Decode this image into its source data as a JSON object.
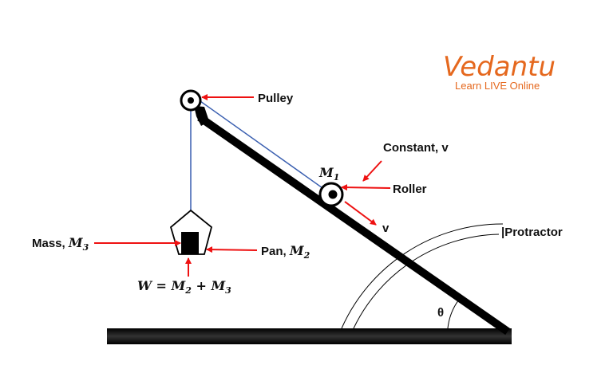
{
  "logo": {
    "brand": "Vedantu",
    "tagline": "Learn LIVE Online",
    "color": "#e5681e"
  },
  "labels": {
    "pulley": "Pulley",
    "constant_v": "Constant, v",
    "roller": "Roller",
    "velocity": "v",
    "protractor": "|Protractor",
    "mass_prefix": "Mass, ",
    "mass_symbol": "M",
    "mass_sub": "3",
    "pan_prefix": "Pan, ",
    "pan_symbol": "M",
    "pan_sub": "2",
    "m1_symbol": "M",
    "m1_sub": "1",
    "weight_eq": "W = M",
    "weight_sub1": "2",
    "weight_plus": " + M",
    "weight_sub2": "3",
    "angle": "θ"
  },
  "colors": {
    "arrow": "#ee1111",
    "string": "#3a5fb0",
    "line": "#000000"
  }
}
